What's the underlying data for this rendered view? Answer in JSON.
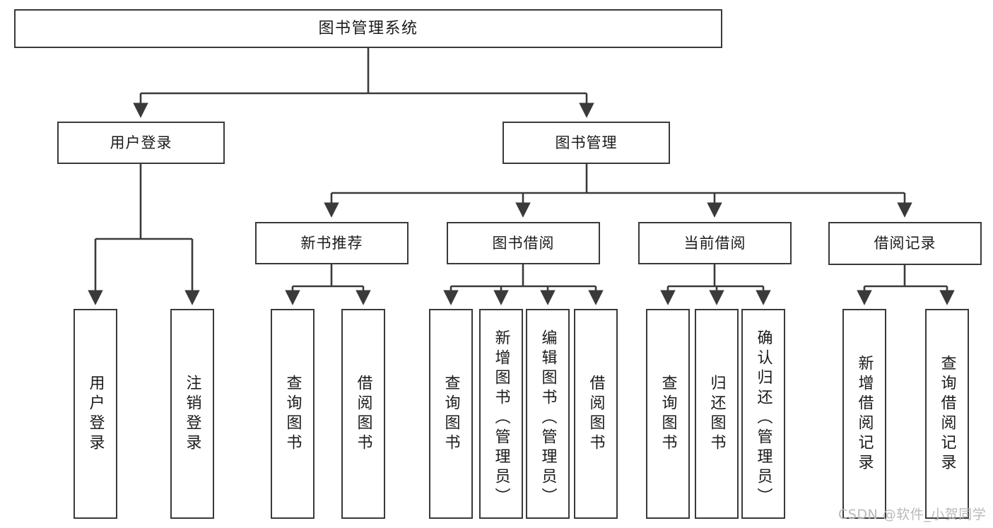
{
  "diagram": {
    "type": "tree-hierarchy",
    "title": "图书管理系统",
    "watermark": "CSDN @软件_小贺同学",
    "colors": {
      "box_border": "#3a3a3a",
      "box_fill": "#ffffff",
      "connector": "#3a3a3a",
      "text": "#1b1b1b",
      "watermark": "#b9b9b9"
    },
    "levels": {
      "root": "图书管理系统",
      "level2": [
        "用户登录",
        "图书管理"
      ],
      "level3": [
        "新书推荐",
        "图书借阅",
        "当前借阅",
        "借阅记录"
      ]
    },
    "nodes": {
      "root": "图书管理系统",
      "user_login": "用户登录",
      "book_manage": "图书管理",
      "new_book_rec": "新书推荐",
      "book_borrow": "图书借阅",
      "current_borrow": "当前借阅",
      "borrow_record": "借阅记录",
      "leaf_user_login": "用户登录",
      "leaf_logout": "注销登录",
      "leaf_query_book_1": "查询图书",
      "leaf_borrow_book_1": "借阅图书",
      "leaf_query_book_2": "查询图书",
      "leaf_add_book": "新增图书（管理员）",
      "leaf_edit_book": "编辑图书（管理员）",
      "leaf_borrow_book_2": "借阅图书",
      "leaf_query_book_3": "查询图书",
      "leaf_return_book": "归还图书",
      "leaf_confirm_return": "确认归还（管理员）",
      "leaf_add_record": "新增借阅记录",
      "leaf_query_record": "查询借阅记录"
    },
    "edges": [
      {
        "from": "图书管理系统",
        "to": "用户登录"
      },
      {
        "from": "图书管理系统",
        "to": "图书管理"
      },
      {
        "from": "图书管理",
        "to": "新书推荐"
      },
      {
        "from": "图书管理",
        "to": "图书借阅"
      },
      {
        "from": "图书管理",
        "to": "当前借阅"
      },
      {
        "from": "图书管理",
        "to": "借阅记录"
      },
      {
        "from": "用户登录",
        "to": "用户登录"
      },
      {
        "from": "用户登录",
        "to": "注销登录"
      },
      {
        "from": "新书推荐",
        "to": "查询图书"
      },
      {
        "from": "新书推荐",
        "to": "借阅图书"
      },
      {
        "from": "图书借阅",
        "to": "查询图书"
      },
      {
        "from": "图书借阅",
        "to": "新增图书（管理员）"
      },
      {
        "from": "图书借阅",
        "to": "编辑图书（管理员）"
      },
      {
        "from": "图书借阅",
        "to": "借阅图书"
      },
      {
        "from": "当前借阅",
        "to": "查询图书"
      },
      {
        "from": "当前借阅",
        "to": "归还图书"
      },
      {
        "from": "当前借阅",
        "to": "确认归还（管理员）"
      },
      {
        "from": "借阅记录",
        "to": "新增借阅记录"
      },
      {
        "from": "借阅记录",
        "to": "查询借阅记录"
      }
    ]
  }
}
